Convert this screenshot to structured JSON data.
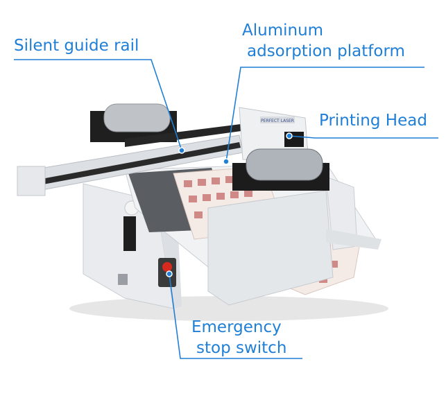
{
  "callouts": {
    "guide_rail": "Silent guide rail",
    "platform_line1": "Aluminum",
    "platform_line2": "adsorption platform",
    "print_head": "Printing Head",
    "stop_line1": "Emergency",
    "stop_line2": "stop switch"
  },
  "machine_badge": "PERFECT LASER",
  "colors": {
    "callout_text": "#1f7fd6",
    "callout_line": "#1f7fd6",
    "machine_body": "#eceef0",
    "rail": "#2a2a2a",
    "media": "#f4ebe6",
    "stop_button": "#d62a1e"
  }
}
